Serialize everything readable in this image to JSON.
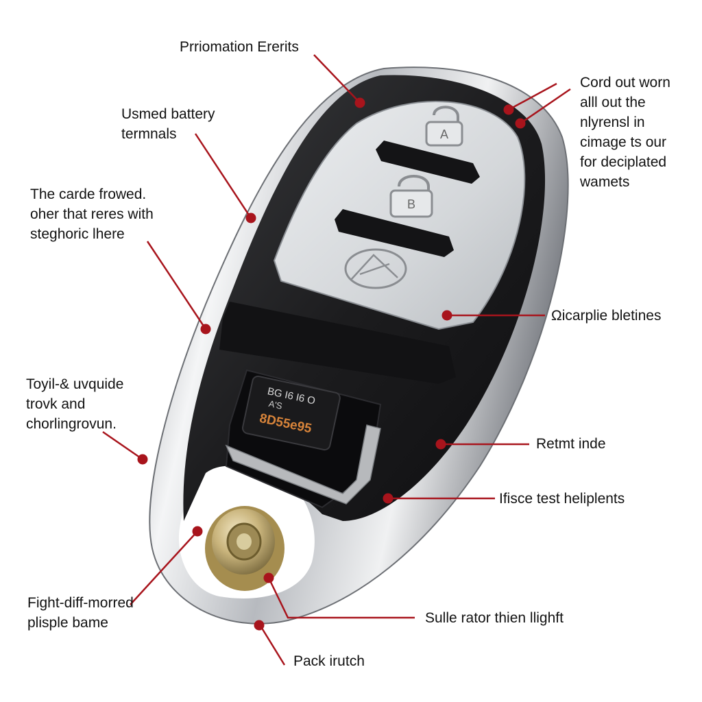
{
  "labels": [
    {
      "id": "top-center",
      "lines": [
        "Prriomation Ererits"
      ]
    },
    {
      "id": "left-1",
      "lines": [
        "Usmed battery",
        "termnals"
      ]
    },
    {
      "id": "left-2",
      "lines": [
        "The carde frowed.",
        "oher that reres with",
        "steghoric lhere"
      ]
    },
    {
      "id": "left-3",
      "lines": [
        "Toyil-& uvquide",
        "trovk and",
        "chorlingrovun."
      ]
    },
    {
      "id": "left-4",
      "lines": [
        "Fight-diff-morred",
        "plisple bame"
      ]
    },
    {
      "id": "bottom-center",
      "lines": [
        "Pack irutch"
      ]
    },
    {
      "id": "right-1",
      "lines": [
        "Cord out worn",
        "alll out the",
        "nlyrensl in",
        "cimage ts our",
        "for deciplated",
        "wamets"
      ]
    },
    {
      "id": "right-2",
      "lines": [
        "Ωicarplie bletines"
      ]
    },
    {
      "id": "right-3",
      "lines": [
        "Retmt inde"
      ]
    },
    {
      "id": "right-4",
      "lines": [
        "Ifisce test heliplents"
      ]
    },
    {
      "id": "right-5",
      "lines": [
        "Sulle rator thien llighft"
      ]
    }
  ],
  "key_fob": {
    "buttons": [
      {
        "id": "lock",
        "glyph": "A"
      },
      {
        "id": "unlock",
        "glyph": "B"
      },
      {
        "id": "logo",
        "glyph": ""
      }
    ],
    "battery_text": [
      "BG I6 I6 O",
      "A'S",
      "8D55e95"
    ]
  },
  "colors": {
    "leader": "#a8141c",
    "shell_dark": "#1c1c1e",
    "chrome": "#cfd2d6",
    "button_face": "#d9dcdf",
    "battery_text": "#d8843a"
  }
}
